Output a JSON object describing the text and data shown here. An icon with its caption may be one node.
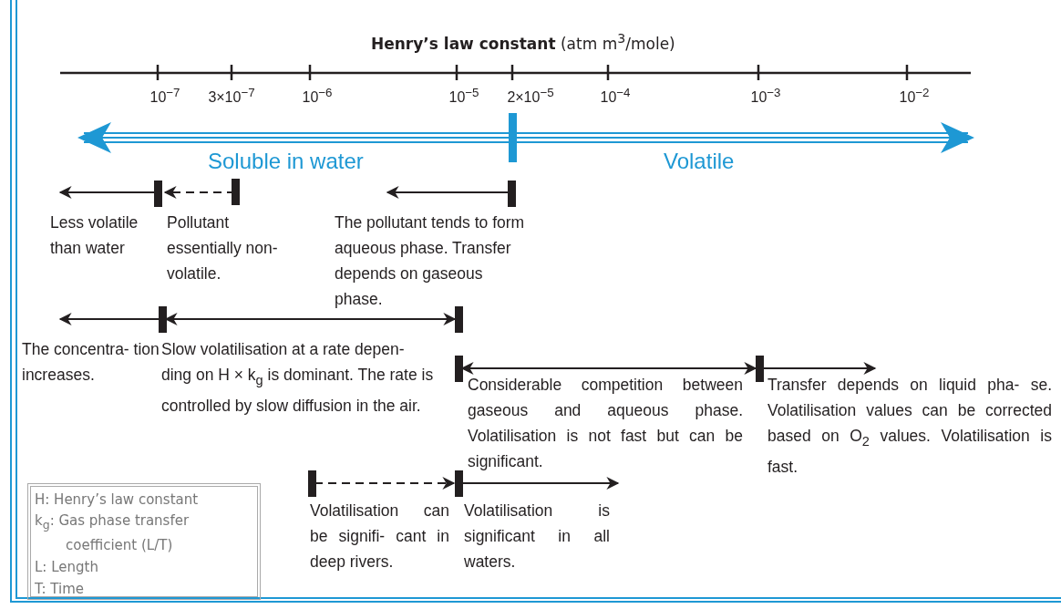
{
  "diagram": {
    "title": "**Henry’s law constant** (atm m$^{3}$/mole)",
    "nodes": [
      {
        "text": [
          "H: Henry’s law constant",
          "k$_{g}$: Gas phase transfer coefficient (L/T)",
          "L: Length",
          "T: Time"
        ]
      }
    ],
    "labels": [
      "10$^{−7}$",
      "3×10$^{−7}$",
      "10$^{−6}$",
      "10$^{−5}$",
      "2×10$^{−5}$",
      "10$^{−4}$",
      "10$^{−3}$",
      "10$^{−2}$",
      "Soluble in water",
      "Volatile",
      "Less volatile than water",
      "Pollutant essentially non- volatile.",
      "The pollutant tends to form aqueous phase. Transfer depends on gaseous phase.",
      "The concentra- tion increases.",
      "Slow volatilisation at a rate depen- ding on H × k$_{g}$ is dominant. The rate is controlled by slow diffusion in the air.",
      "Considerable competition between gaseous and aqueous phase. Volatilisation is not fast but can be significant.",
      "Transfer depends on liquid pha- se. Volatilisation values can be corrected based on O$_{2}$ values. Volatilisation is fast.",
      "Volatilisation can be signifi- cant in deep rivers.",
      "Volatilisation is significant in all waters."
    ]
  }
}
